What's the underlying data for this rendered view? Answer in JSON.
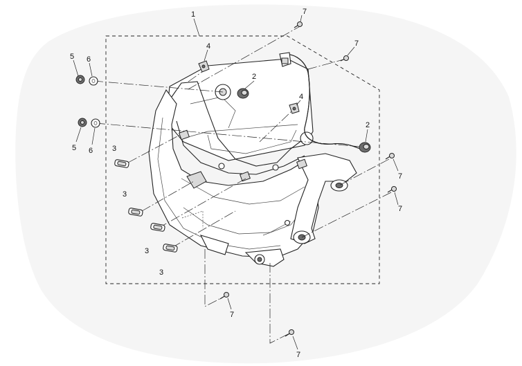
{
  "callouts": {
    "c1": "1",
    "c2a": "2",
    "c2b": "2",
    "c3a": "3",
    "c3b": "3",
    "c3c": "3",
    "c3d": "3",
    "c4a": "4",
    "c4b": "4",
    "c5a": "5",
    "c5b": "5",
    "c6a": "6",
    "c6b": "6",
    "c7a": "7",
    "c7b": "7",
    "c7c": "7",
    "c7d": "7",
    "c7e": "7",
    "c7f": "7"
  }
}
